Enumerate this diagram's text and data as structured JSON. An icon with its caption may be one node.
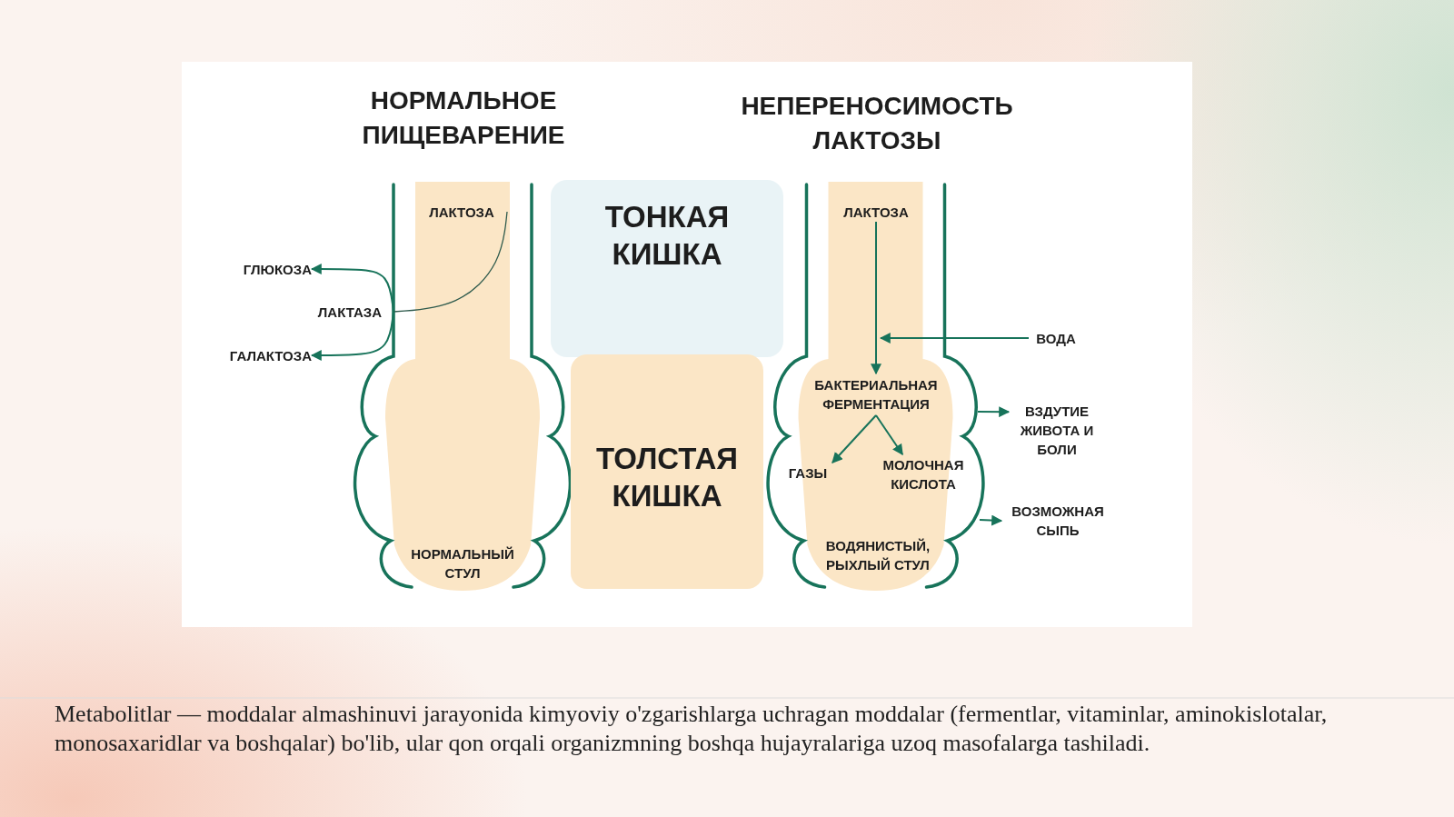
{
  "diagram": {
    "caption": "Metabolitlar — moddalar almashinuvi jarayonida kimyoviy o'zgarishlarga uchragan moddalar (fermentlar, vitaminlar, aminokislotalar, monosaxaridlar va boshqalar) bo'lib, ular qon orqali organizmning boshqa hujayralariga uzoq masofalarga tashiladi.",
    "nodes": [
      {
        "text": [
          "ЛАКТОЗА"
        ]
      },
      {
        "text": [
          "ГЛЮКОЗА"
        ]
      },
      {
        "text": [
          "ЛАКТАЗА"
        ]
      },
      {
        "text": [
          "ГАЛАКТОЗА"
        ]
      },
      {
        "text": [
          "НОРМАЛЬНЫЙ СТУЛ"
        ]
      },
      {
        "text": [
          "ТОНКАЯ КИШКА"
        ]
      },
      {
        "text": [
          "ТОЛСТАЯ КИШКА"
        ]
      },
      {
        "text": [
          "ЛАКТОЗА"
        ]
      },
      {
        "text": [
          "ВОДА"
        ]
      },
      {
        "text": [
          "БАКТЕРИАЛЬНАЯ ФЕРМЕНТАЦИЯ"
        ]
      },
      {
        "text": [
          "ГАЗЫ"
        ]
      },
      {
        "text": [
          "МОЛОЧНАЯ КИСЛОТА"
        ]
      },
      {
        "text": [
          "ВОДЯНИСТЫЙ, РЫХЛЫЙ СТУЛ"
        ]
      },
      {
        "text": [
          "ВЗДУТИЕ ЖИВОТА И БОЛИ"
        ]
      },
      {
        "text": [
          "ВОЗМОЖНАЯ СЫПЬ"
        ]
      }
    ],
    "edges": [
      {
        "from": 0,
        "to": 2,
        "arrow": "none"
      },
      {
        "from": 2,
        "to": 1,
        "arrow": "to"
      },
      {
        "from": 2,
        "to": 3,
        "arrow": "to"
      },
      {
        "from": 7,
        "to": 9,
        "arrow": "to"
      },
      {
        "from": 8,
        "to": 9,
        "arrow": "to"
      },
      {
        "from": 9,
        "to": 10,
        "arrow": "to"
      },
      {
        "from": 9,
        "to": 11,
        "arrow": "to"
      },
      {
        "from": null,
        "to": 13,
        "arrow": "to"
      },
      {
        "from": null,
        "to": 14,
        "arrow": "to"
      }
    ],
    "labels": [
      "НОРМАЛЬНОЕ ПИЩЕВАРЕНИЕ",
      "НЕПЕРЕНОСИМОСТЬ ЛАКТОЗЫ"
    ]
  }
}
